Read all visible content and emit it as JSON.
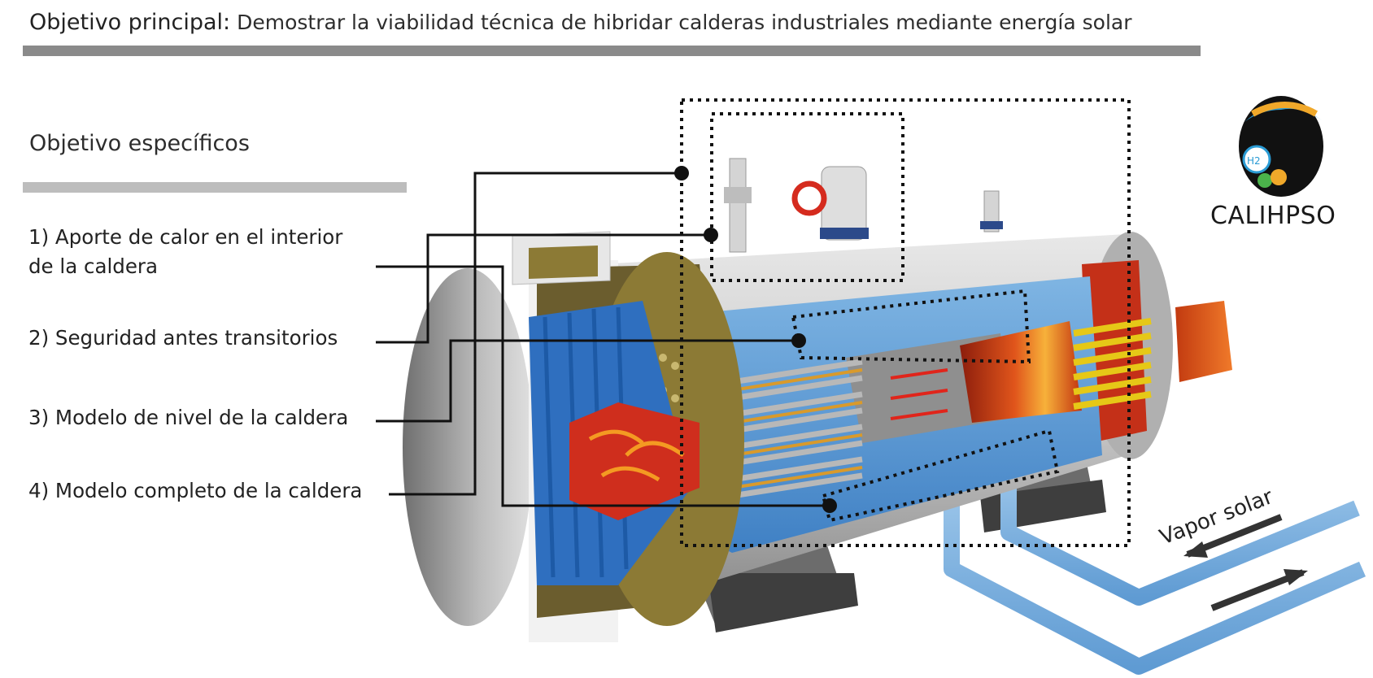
{
  "header": {
    "title_bold": "Objetivo principal:",
    "title_rest": "Demostrar la viabilidad técnica de hibridar calderas industriales mediante energía solar"
  },
  "subtitle": "Objetivo específicos",
  "objectives": [
    {
      "line1": "1) Aporte de calor en el interior",
      "line2": "de la  caldera"
    },
    {
      "line1": "2) Seguridad antes transitorios"
    },
    {
      "line1": "3) Modelo de nivel de la caldera"
    },
    {
      "line1": "4) Modelo completo de la caldera"
    }
  ],
  "logo": {
    "text": "CALIHPSO",
    "badge": "H2"
  },
  "annotation": {
    "vapor": "Vapor solar"
  },
  "colors": {
    "accent_bar": "#8a8a8a",
    "water_blue": "#4a8ecf",
    "fire_red": "#d2321e",
    "tube_yellow": "#e6c817"
  }
}
